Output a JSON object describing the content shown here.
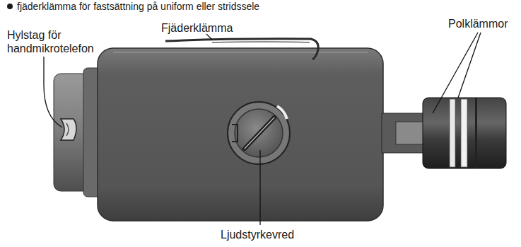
{
  "diagram": {
    "labels": [
      "fjäderklämma för fastsättning på uniform eller stridssele",
      "Hylstag för handmikrotelefon",
      "Fjäderklämma",
      "Polklämmor",
      "Ljudstyrkevred"
    ]
  }
}
